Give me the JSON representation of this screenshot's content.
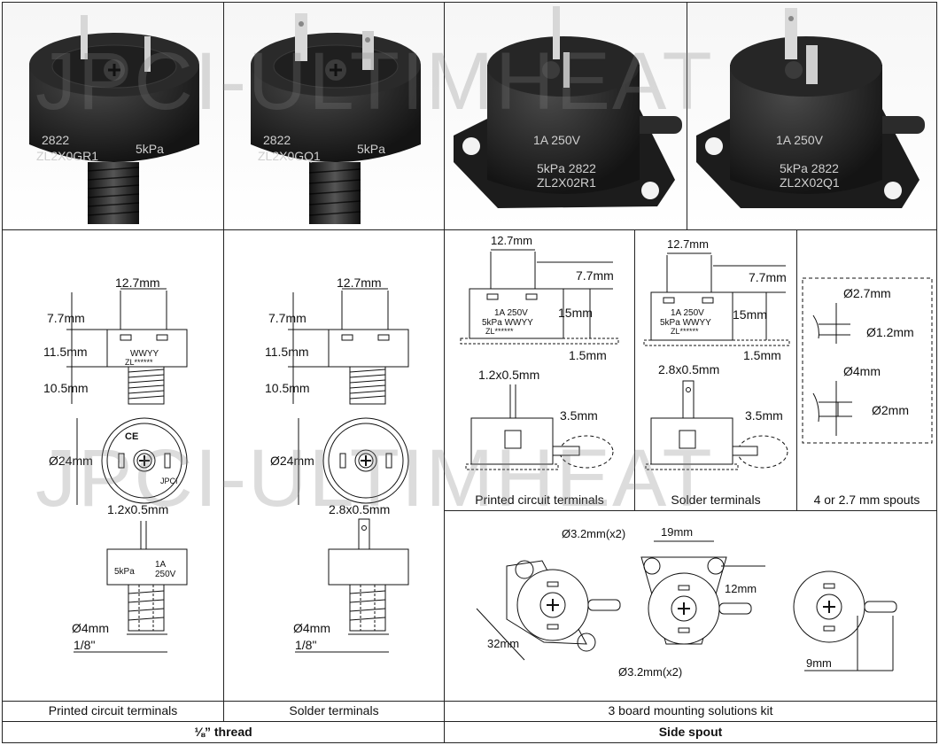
{
  "watermark": "JPCI-ULTIMHEAT",
  "photos": [
    {
      "line1": "2822",
      "line2": "ZL2X0GR1",
      "pressure": "5kPa"
    },
    {
      "line1": "2822",
      "line2": "ZL2X0GQ1",
      "pressure": "5kPa"
    },
    {
      "rating": "1A   250V",
      "line1": "5kPa  2822",
      "line2": "ZL2X02R1"
    },
    {
      "rating": "1A   250V",
      "line1": "5kPa  2822",
      "line2": "ZL2X02Q1"
    }
  ],
  "thread_pc": {
    "dim_width": "12.7mm",
    "dim_pin": "7.7mm",
    "dim_body": "11.5mm",
    "dim_thread": "10.5mm",
    "dim_diameter": "Ø24mm",
    "dim_terminal": "1.2x0.5mm",
    "dim_outlet": "Ø4mm",
    "dim_fitting": "1/8\"",
    "mark_date": "WWYY",
    "mark_code": "ZL******",
    "mark_pressure": "5kPa",
    "mark_rating": "1A\n250V",
    "mark_ce": "CE",
    "mark_brand": "JPCI"
  },
  "thread_solder": {
    "dim_width": "12.7mm",
    "dim_pin": "7.7mm",
    "dim_body": "11.5mm",
    "dim_thread": "10.5mm",
    "dim_diameter": "Ø24mm",
    "dim_terminal": "2.8x0.5mm",
    "dim_outlet": "Ø4mm",
    "dim_fitting": "1/8\""
  },
  "side_pc": {
    "dim_width": "12.7mm",
    "dim_pin": "7.7mm",
    "dim_height": "15mm",
    "dim_base": "1.5mm",
    "dim_terminal": "1.2x0.5mm",
    "dim_spout": "3.5mm",
    "mark_rating": "1A 250V",
    "mark_line": "5kPa   WWYY",
    "mark_code": "ZL******"
  },
  "side_solder": {
    "dim_width": "12.7mm",
    "dim_pin": "7.7mm",
    "dim_height": "15mm",
    "dim_base": "1.5mm",
    "dim_terminal": "2.8x0.5mm",
    "dim_spout": "3.5mm",
    "mark_rating": "1A 250V",
    "mark_line": "5kPa   WWYY",
    "mark_code": "ZL******"
  },
  "spouts": {
    "dim_a_outer": "Ø2.7mm",
    "dim_a_inner": "Ø1.2mm",
    "dim_b_outer": "Ø4mm",
    "dim_b_inner": "Ø2mm"
  },
  "mounting": {
    "dim_hole_top": "Ø3.2mm(x2)",
    "dim_spacing": "19mm",
    "dim_offset": "12mm",
    "dim_diag": "32mm",
    "dim_hole_bottom": "Ø3.2mm(x2)",
    "dim_spout": "9mm"
  },
  "captions": {
    "pc_terminals_left": "Printed circuit terminals",
    "solder_terminals_left": "Solder terminals",
    "pc_terminals_right": "Printed circuit terminals",
    "solder_terminals_right": "Solder terminals",
    "spouts": "4 or 2.7 mm spouts",
    "mounting": "3 board mounting solutions kit",
    "thread": "⅛” thread",
    "side_spout": "Side spout"
  }
}
